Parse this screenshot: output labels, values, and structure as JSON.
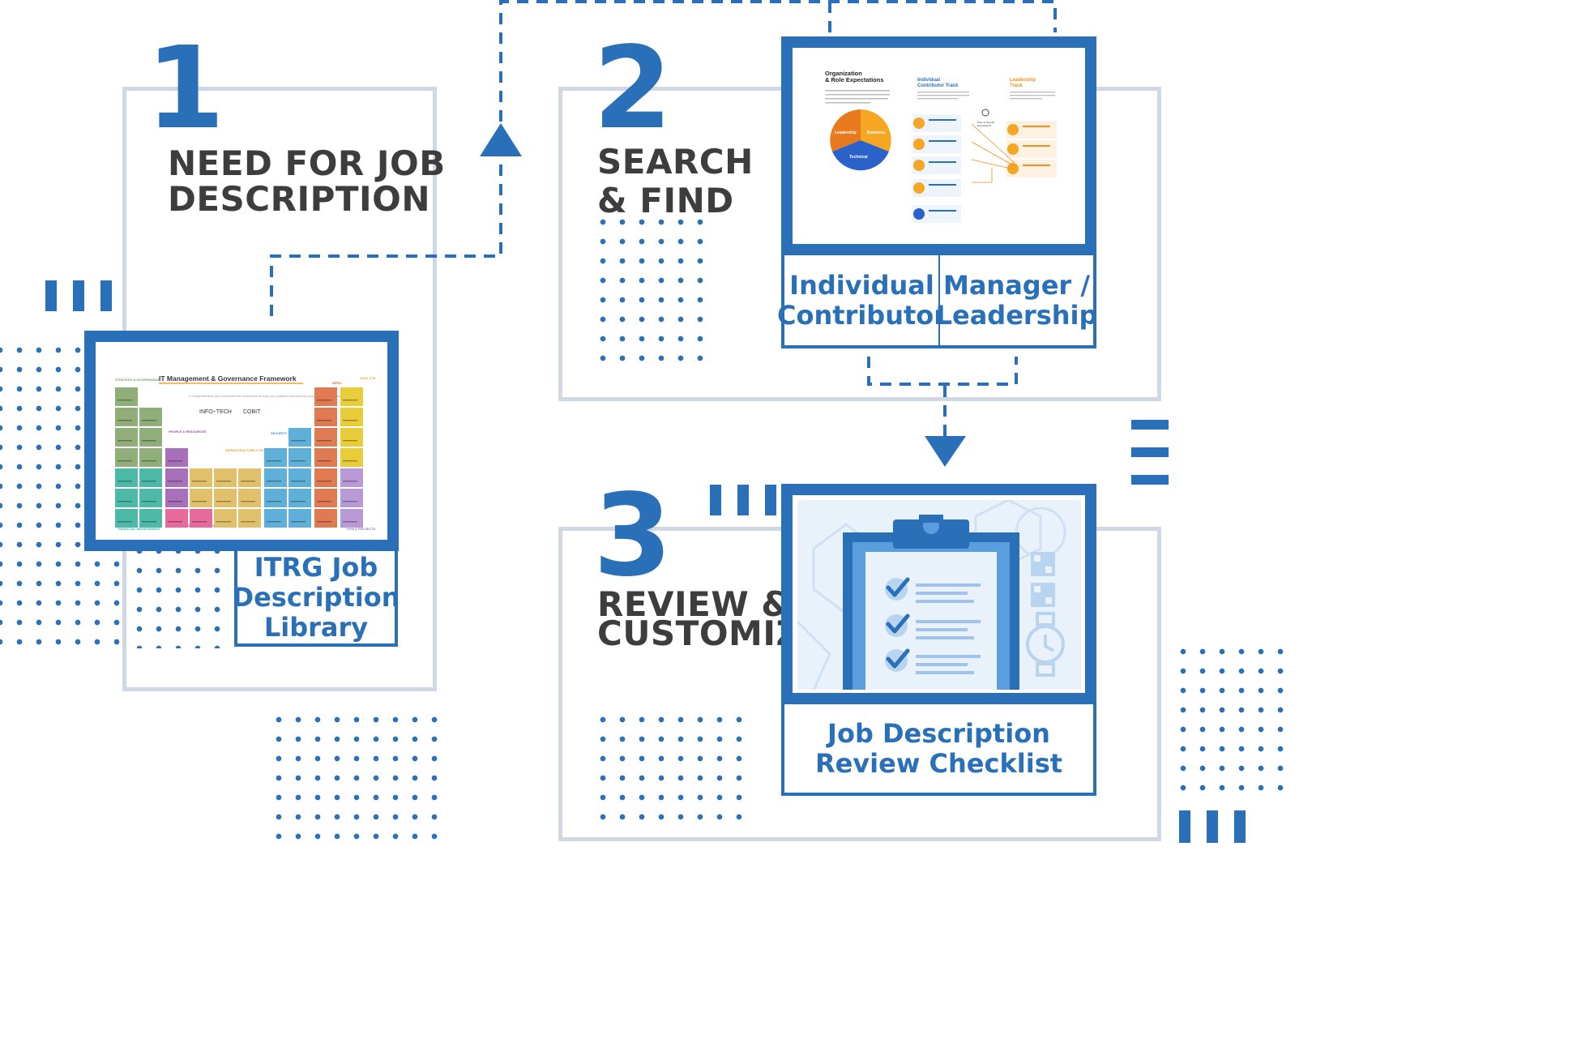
{
  "steps": [
    {
      "number": "1",
      "heading_lines": [
        "NEED FOR JOB",
        "DESCRIPTION"
      ],
      "resource_lines": [
        "ITRG Job",
        "Description",
        "Library"
      ]
    },
    {
      "number": "2",
      "heading_lines": [
        "SEARCH",
        "& FIND"
      ],
      "options": [
        {
          "lines": [
            "Individual",
            "Contributor"
          ]
        },
        {
          "lines": [
            "Manager /",
            "Leadership"
          ]
        }
      ]
    },
    {
      "number": "3",
      "heading_lines": [
        "REVIEW &",
        "CUSTOMIZE"
      ],
      "resource_lines": [
        "Job Description",
        "Review Checklist"
      ]
    }
  ],
  "framework_thumb": {
    "title": "IT Management & Governance Framework",
    "subtitle": "A comprehensive and connected set of research to help you optimize and improve your core IT processes.",
    "logos": [
      "INFO~TECH",
      "COBIT"
    ],
    "categories": [
      "STRATEGY & GOVERNANCE",
      "PEOPLE & RESOURCES",
      "INFRASTRUCTURE & OPERATIONS",
      "SECURITY & RISK",
      "APPS",
      "DATA & BI",
      "FINANCIAL MANAGEMENT",
      "SERVICE PLANNING & ARCHITECTURE",
      "PPM & PROJECTS"
    ]
  },
  "role_thumb": {
    "title_lines": [
      "Organization",
      "& Role Expectations"
    ],
    "pie_labels": [
      "Leadership",
      "Business",
      "Technical"
    ],
    "tracks": [
      {
        "lines": [
          "Individual",
          "Contributor Track"
        ]
      },
      {
        "lines": [
          "Leadership",
          "Track"
        ]
      }
    ]
  },
  "colors": {
    "brand_blue": "#2a70b8",
    "frame_gray": "#cfd9e5",
    "heading_dark": "#3d3d3d",
    "ic_track": "#2a70b8",
    "leadership_track": "#f28c1e"
  },
  "icons": [
    "arrow-up-icon",
    "arrow-down-icon",
    "clipboard-icon",
    "checkmark-icon",
    "watch-icon",
    "qr-code-icon"
  ]
}
